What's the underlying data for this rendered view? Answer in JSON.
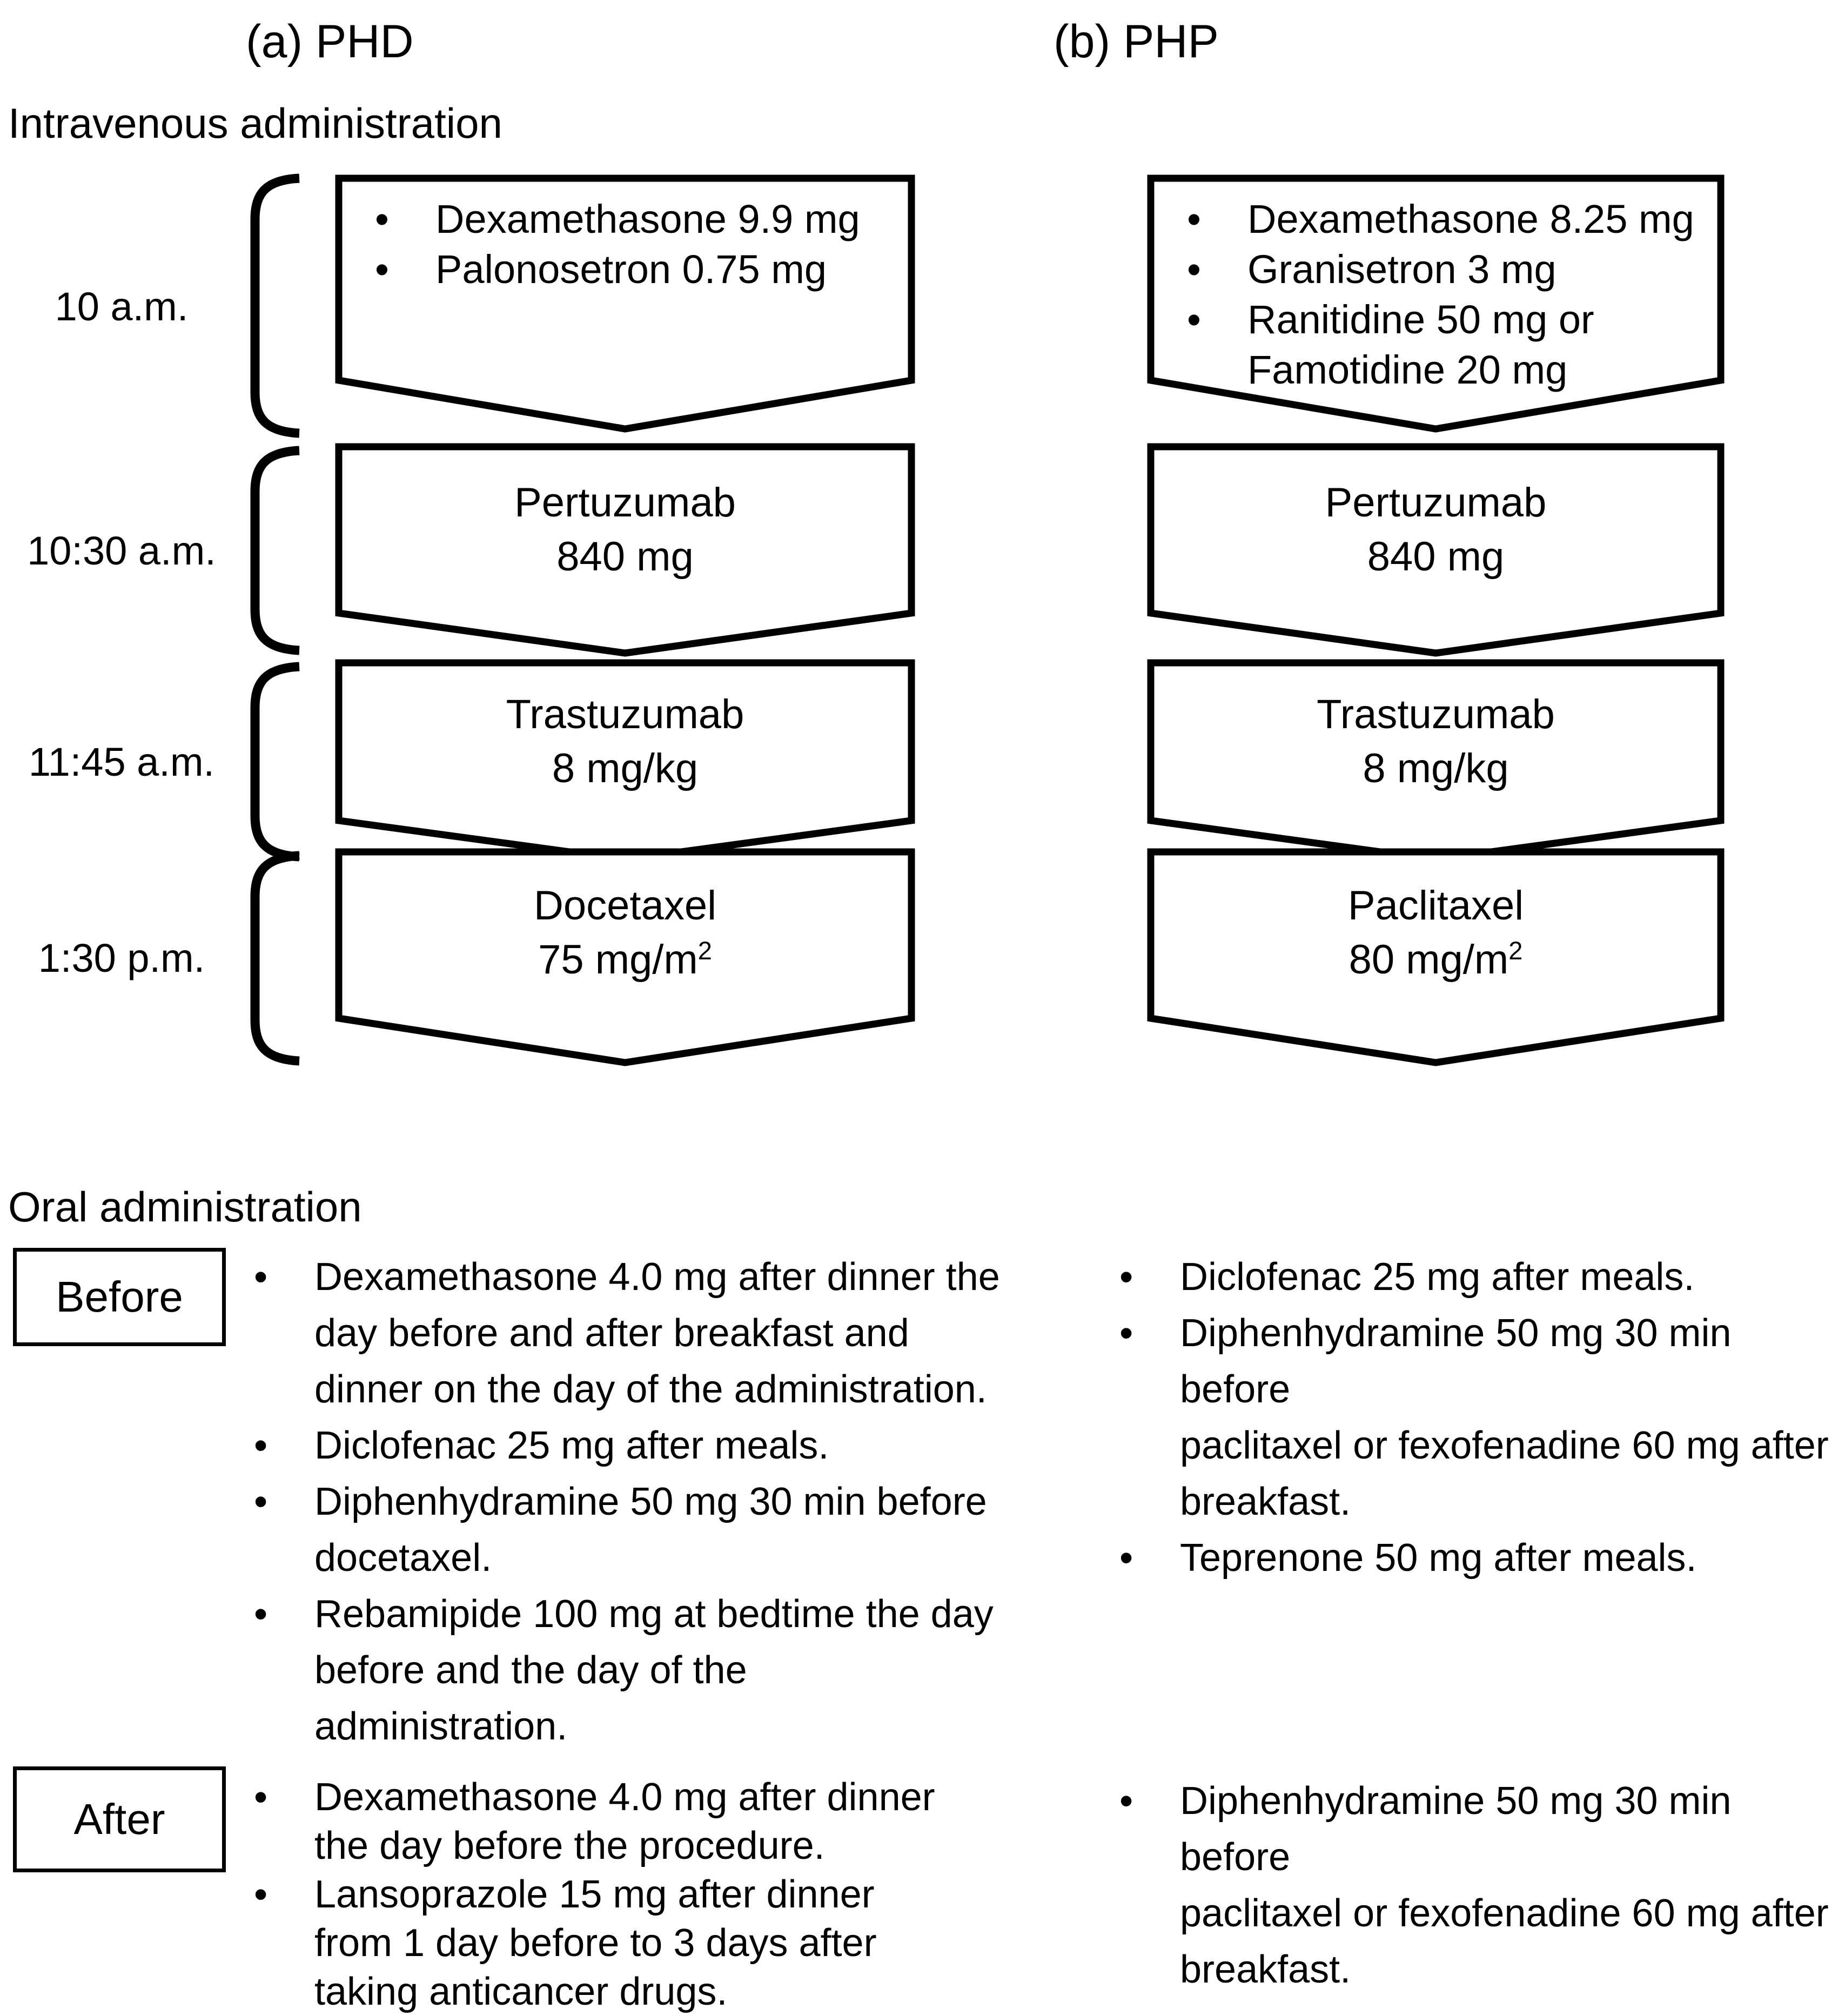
{
  "colors": {
    "ink": "#000000",
    "paper": "#ffffff"
  },
  "header": {
    "panel_a": "(a) PHD",
    "panel_b": "(b) PHP"
  },
  "iv_section": {
    "label": "Intravenous administration",
    "time_labels": [
      "10 a.m.",
      "10:30 a.m.",
      "11:45 a.m.",
      "1:30 p.m."
    ],
    "phd": {
      "premedication": [
        "Dexamethasone 9.9 mg",
        "Palonosetron 0.75 mg"
      ],
      "pertuzumab": {
        "drug": "Pertuzumab",
        "dose": "840 mg"
      },
      "trastuzumab": {
        "drug": "Trastuzumab",
        "dose": "8 mg/kg"
      },
      "taxane": {
        "drug": "Docetaxel",
        "dose": "75 mg/m",
        "dose_sup": "2"
      }
    },
    "php": {
      "premedication": [
        "Dexamethasone 8.25 mg",
        "Granisetron 3 mg",
        "Ranitidine 50 mg or\nFamotidine 20 mg"
      ],
      "pertuzumab": {
        "drug": "Pertuzumab",
        "dose": "840 mg"
      },
      "trastuzumab": {
        "drug": "Trastuzumab",
        "dose": "8 mg/kg"
      },
      "taxane": {
        "drug": "Paclitaxel",
        "dose": "80 mg/m",
        "dose_sup": "2"
      }
    }
  },
  "oral_section": {
    "label": "Oral administration",
    "before": {
      "label": "Before",
      "phd_items": [
        "Dexamethasone 4.0 mg after dinner the\nday before and after breakfast and\ndinner on the day of the administration.",
        "Diclofenac 25 mg after meals.",
        "Diphenhydramine 50 mg 30 min before\ndocetaxel.",
        "Rebamipide 100 mg at bedtime the day\nbefore and the day of the\nadministration."
      ],
      "php_items": [
        "Diclofenac 25 mg after meals.",
        "Diphenhydramine 50 mg 30 min before\npaclitaxel or fexofenadine 60 mg after\nbreakfast.",
        "Teprenone 50 mg after meals."
      ]
    },
    "after": {
      "label": "After",
      "phd_items": [
        "Dexamethasone 4.0 mg after dinner\nthe day before the procedure.",
        "Lansoprazole 15 mg after dinner\nfrom 1 day before to 3 days after\ntaking anticancer drugs."
      ],
      "php_items": [
        "Diphenhydramine 50 mg 30 min before\npaclitaxel or fexofenadine 60 mg after\nbreakfast."
      ]
    }
  }
}
